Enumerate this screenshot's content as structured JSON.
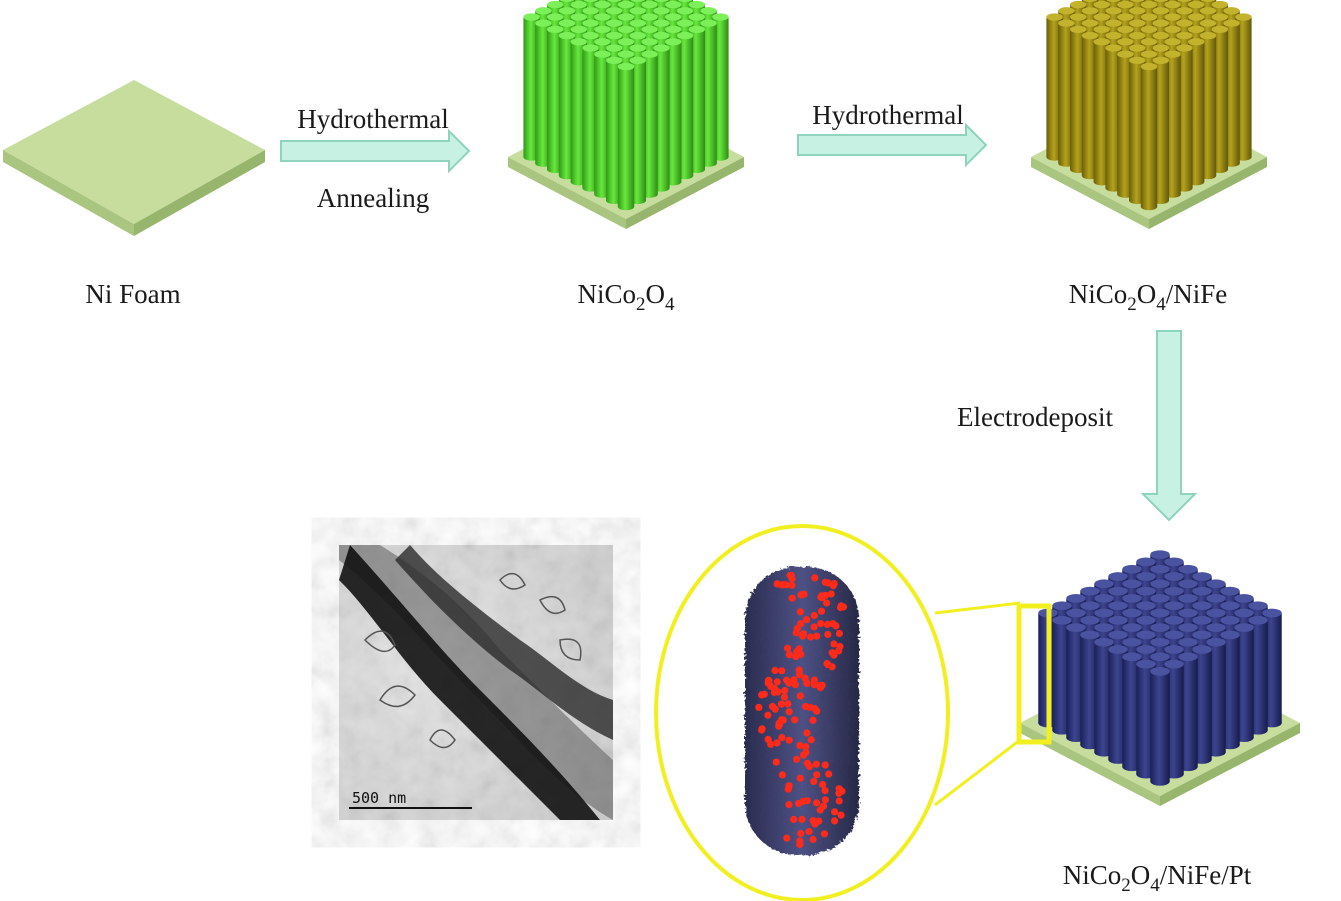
{
  "steps": {
    "step1": "Hydrothermal",
    "step1b": "Annealing",
    "step2": "Hydrothermal",
    "step3": "Electrodeposit"
  },
  "samples": {
    "ni_foam": "Ni Foam",
    "nico": {
      "a": "NiCo",
      "s1": "2",
      "b": "O",
      "s2": "4"
    },
    "nico_nife": {
      "a": "NiCo",
      "s1": "2",
      "b": "O",
      "s2": "4",
      "c": "/NiFe"
    },
    "nico_nife_pt": {
      "a": "NiCo",
      "s1": "2",
      "b": "O",
      "s2": "4",
      "c": "/NiFe/Pt"
    }
  },
  "tem": {
    "scale_label": "500 nm"
  },
  "colors": {
    "substrate": "#c6dd9e",
    "arrow_fill": "#c7f1e3",
    "arrow_stroke": "#8fd3bd",
    "rods_green": "#4fd12a",
    "rods_olive": "#9c8b12",
    "rods_navy": "#2d3476",
    "highlight": "#f2ef20",
    "pt_particles": "#ff2a1a"
  }
}
